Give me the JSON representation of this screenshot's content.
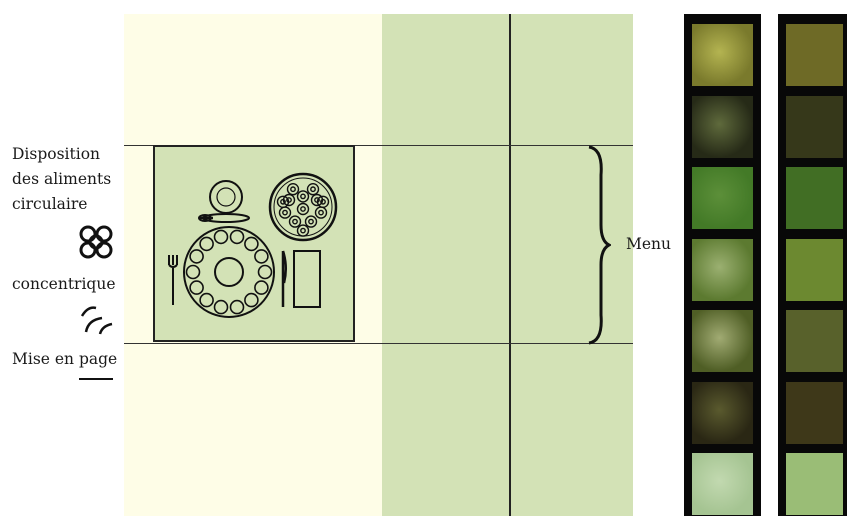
{
  "labels": {
    "line1": "Disposition",
    "line2": "des aliments",
    "line3": "circulaire",
    "concentric": "concentrique",
    "layout": "Mise en page",
    "brace": "Menu"
  },
  "icons": [
    "circles-pattern-icon",
    "arc-pattern-icon",
    "underline-icon",
    "table-setting-icon"
  ],
  "colors": {
    "cream": "#fefde7",
    "light_green": "#d3e2b6",
    "photo_frame": "#080808"
  },
  "swatches": [
    "#6e6a26",
    "#36381a",
    "#416e24",
    "#6c8930",
    "#58612b",
    "#3e3819",
    "#9abd76"
  ],
  "photo_tones": [
    [
      "#7a7a2c",
      "#b4b451"
    ],
    [
      "#262a17",
      "#5f6a3c"
    ],
    [
      "#437a27",
      "#5c8f39"
    ],
    [
      "#5c7a30",
      "#9bb071"
    ],
    [
      "#4f5e25",
      "#a1ab73"
    ],
    [
      "#2a2714",
      "#5a5a2e"
    ],
    [
      "#a5c492",
      "#c2d9b0"
    ]
  ]
}
